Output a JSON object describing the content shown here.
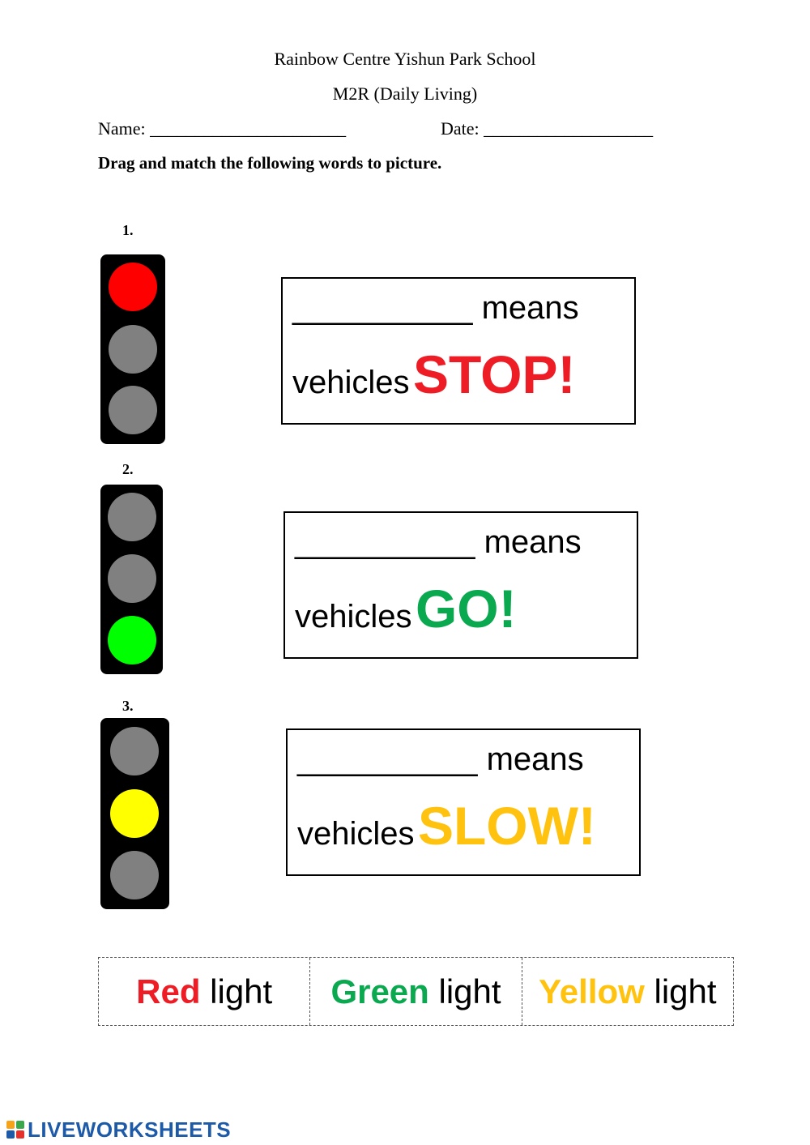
{
  "header": {
    "school": "Rainbow Centre Yishun Park School",
    "subject": "M2R (Daily Living)",
    "name_label": "Name: ______________________",
    "date_label": "Date: ___________________",
    "instruction": "Drag and match the following words to picture."
  },
  "questions": [
    {
      "number": "1.",
      "blank": "__________",
      "means": "means",
      "vehicles": "vehicles",
      "action": "STOP!",
      "action_color": "#ee1c24",
      "lit": "red"
    },
    {
      "number": "2.",
      "blank": "__________",
      "means": "means",
      "vehicles": "vehicles",
      "action": "GO!",
      "action_color": "#0aa84f",
      "lit": "green"
    },
    {
      "number": "3.",
      "blank": "__________",
      "means": "means",
      "vehicles": "vehicles",
      "action": "SLOW!",
      "action_color": "#ffc20e",
      "lit": "yellow"
    }
  ],
  "colors": {
    "red_lamp": "#ff0000",
    "green_lamp": "#00ff00",
    "yellow_lamp": "#ffff00",
    "off_lamp": "#808080"
  },
  "word_bank": [
    {
      "color_word": "Red",
      "rest": " light",
      "color": "#ee1c24"
    },
    {
      "color_word": "Green",
      "rest": " light",
      "color": "#0aa84f"
    },
    {
      "color_word": "Yellow",
      "rest": " light",
      "color": "#ffc20e"
    }
  ],
  "footer": {
    "logo_text": "LIVEWORKSHEETS"
  }
}
